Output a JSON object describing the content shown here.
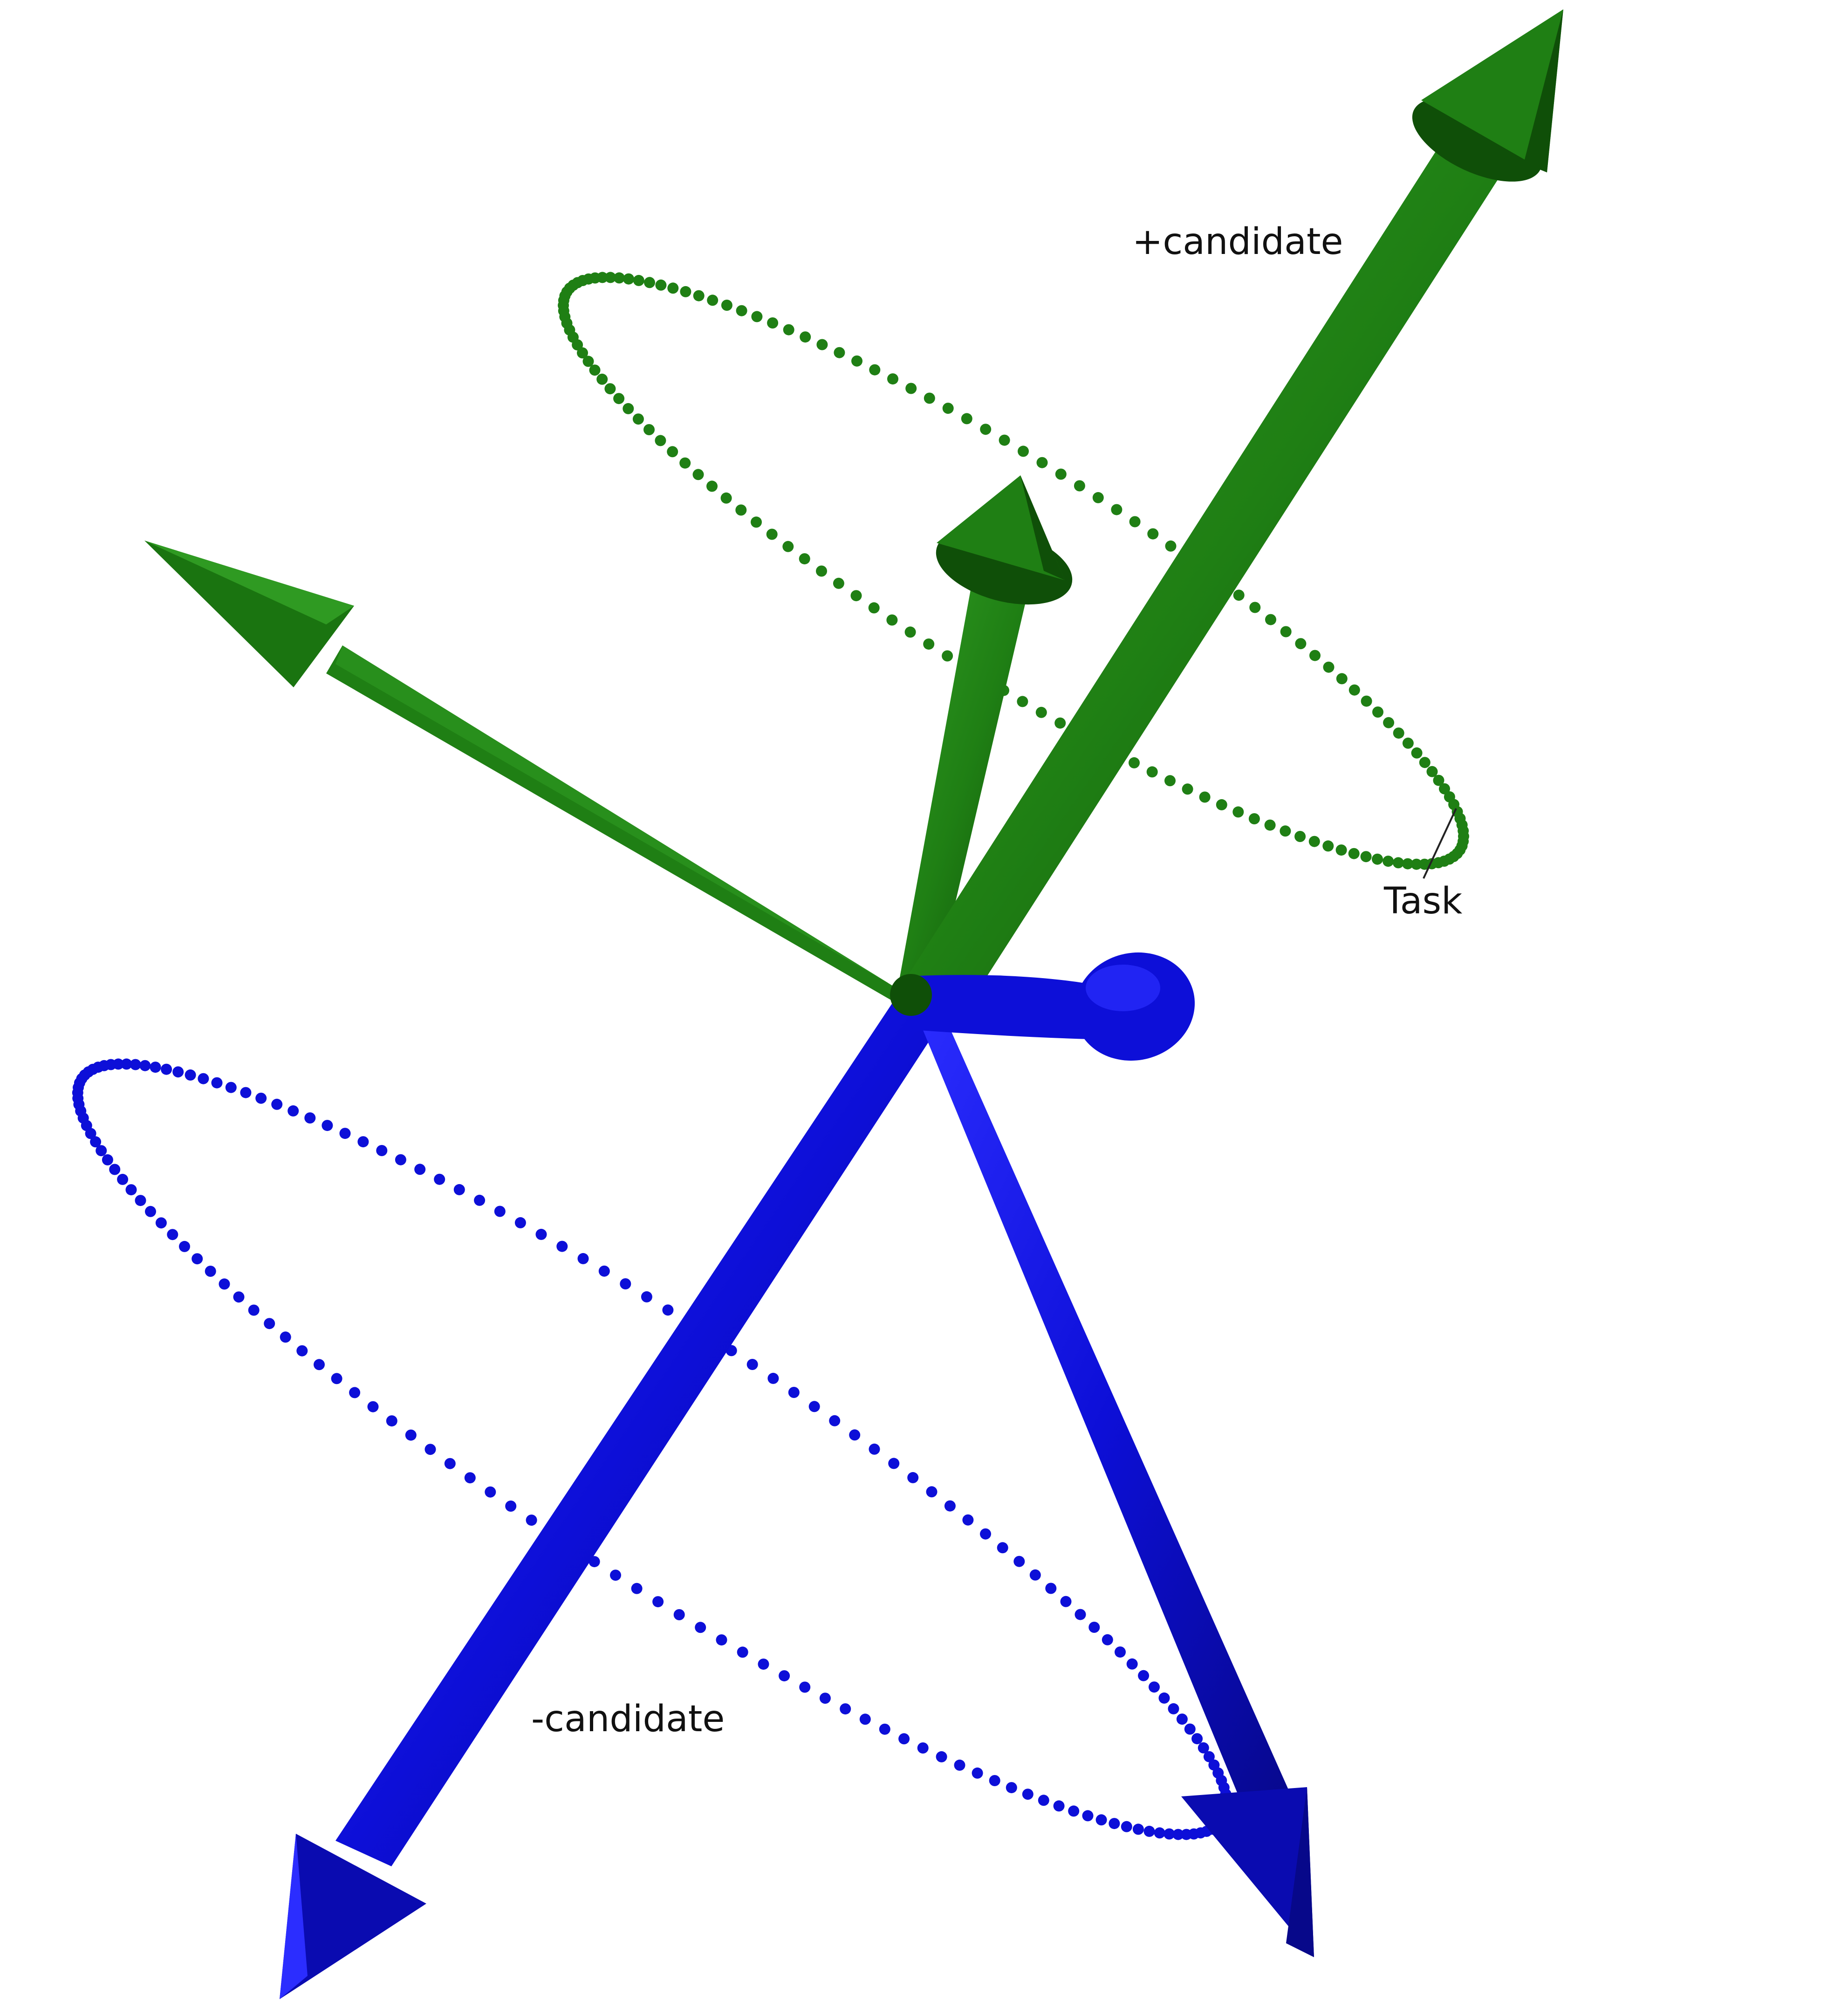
{
  "labels": {
    "plus_candidate": "+candidate",
    "task": "Task",
    "minus_candidate": "-candidate"
  },
  "colors": {
    "green": "#1f7f14",
    "green_dark": "#0f4f08",
    "green_light": "#2f9a22",
    "blue": "#0d0fd8",
    "blue_dark": "#07088a",
    "blue_light": "#2b2dff",
    "leader": "#222222"
  }
}
